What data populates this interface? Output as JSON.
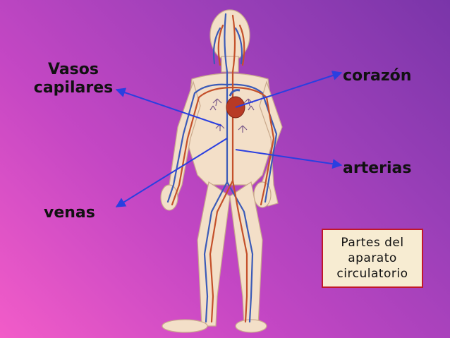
{
  "labels": {
    "vasos_capilares": "Vasos\ncapilares",
    "corazon": "corazón",
    "arterias": "arterias",
    "venas": "venas"
  },
  "caption": "Partes del\naparato\ncirculatorio",
  "colors": {
    "background_start": "#f25cc8",
    "background_end": "#7a35a9",
    "arrow": "#2a3fe0",
    "artery": "#c4502a",
    "vein": "#3b5bb8",
    "skin": "#f3dfc8",
    "caption_border": "#c0182a"
  }
}
